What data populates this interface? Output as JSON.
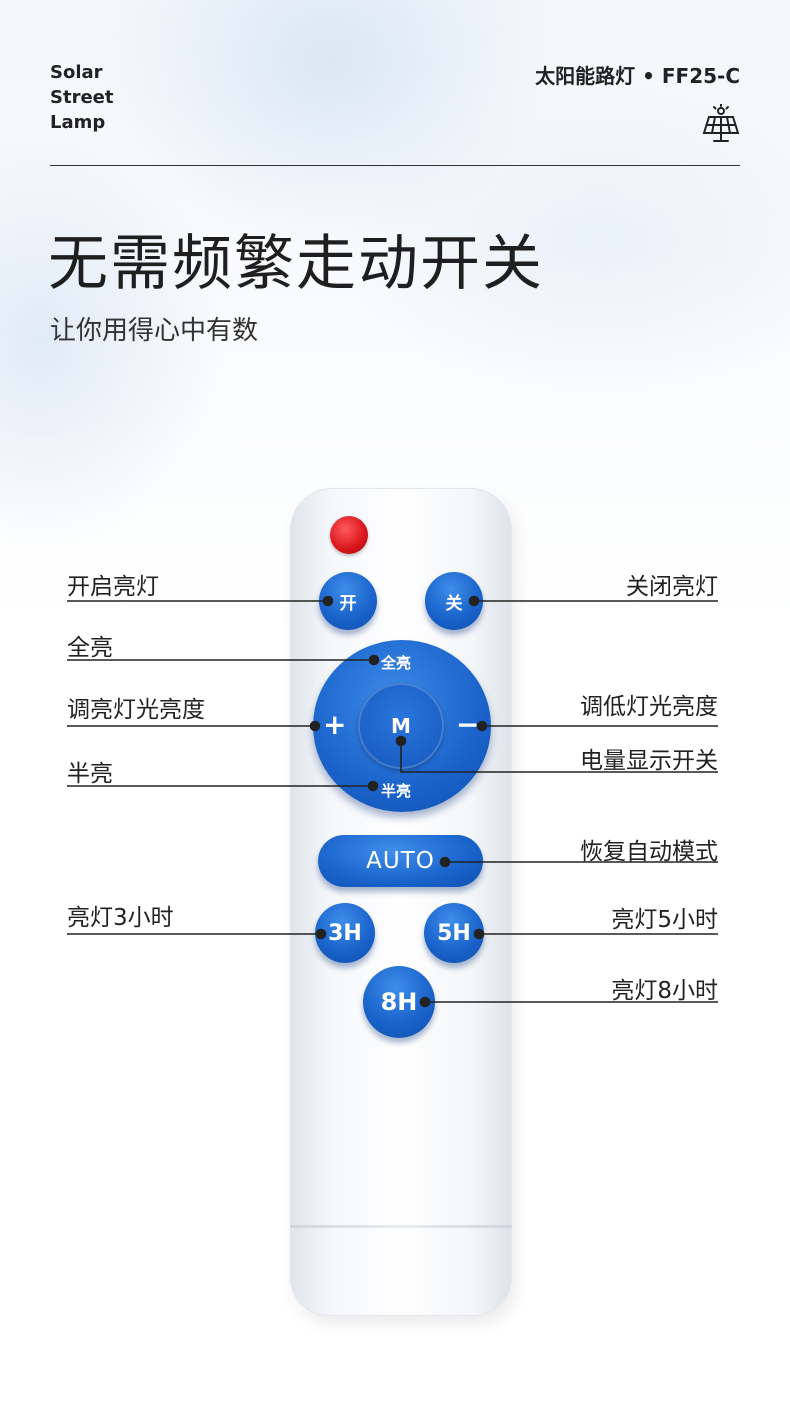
{
  "header": {
    "brand_lines": [
      "Solar",
      "Street",
      "Lamp"
    ],
    "model": "太阳能路灯 • FF25-C",
    "icon": "solar-panel-icon"
  },
  "hero": {
    "title": "无需频繁走动开关",
    "subtitle": "让你用得心中有数"
  },
  "remote": {
    "buttons": {
      "on": "开",
      "off": "关",
      "full": "全亮",
      "plus": "+",
      "mode": "M",
      "minus": "−",
      "half": "半亮",
      "auto": "AUTO",
      "h3": "3H",
      "h5": "5H",
      "h8": "8H"
    },
    "led_color": "#d8141c",
    "button_color": "#1a64cc"
  },
  "callouts": {
    "on": "开启亮灯",
    "off": "关闭亮灯",
    "full": "全亮",
    "brighter": "调亮灯光亮度",
    "dimmer": "调低灯光亮度",
    "battery": "电量显示开关",
    "half": "半亮",
    "auto": "恢复自动模式",
    "h3": "亮灯3小时",
    "h5": "亮灯5小时",
    "h8": "亮灯8小时"
  }
}
